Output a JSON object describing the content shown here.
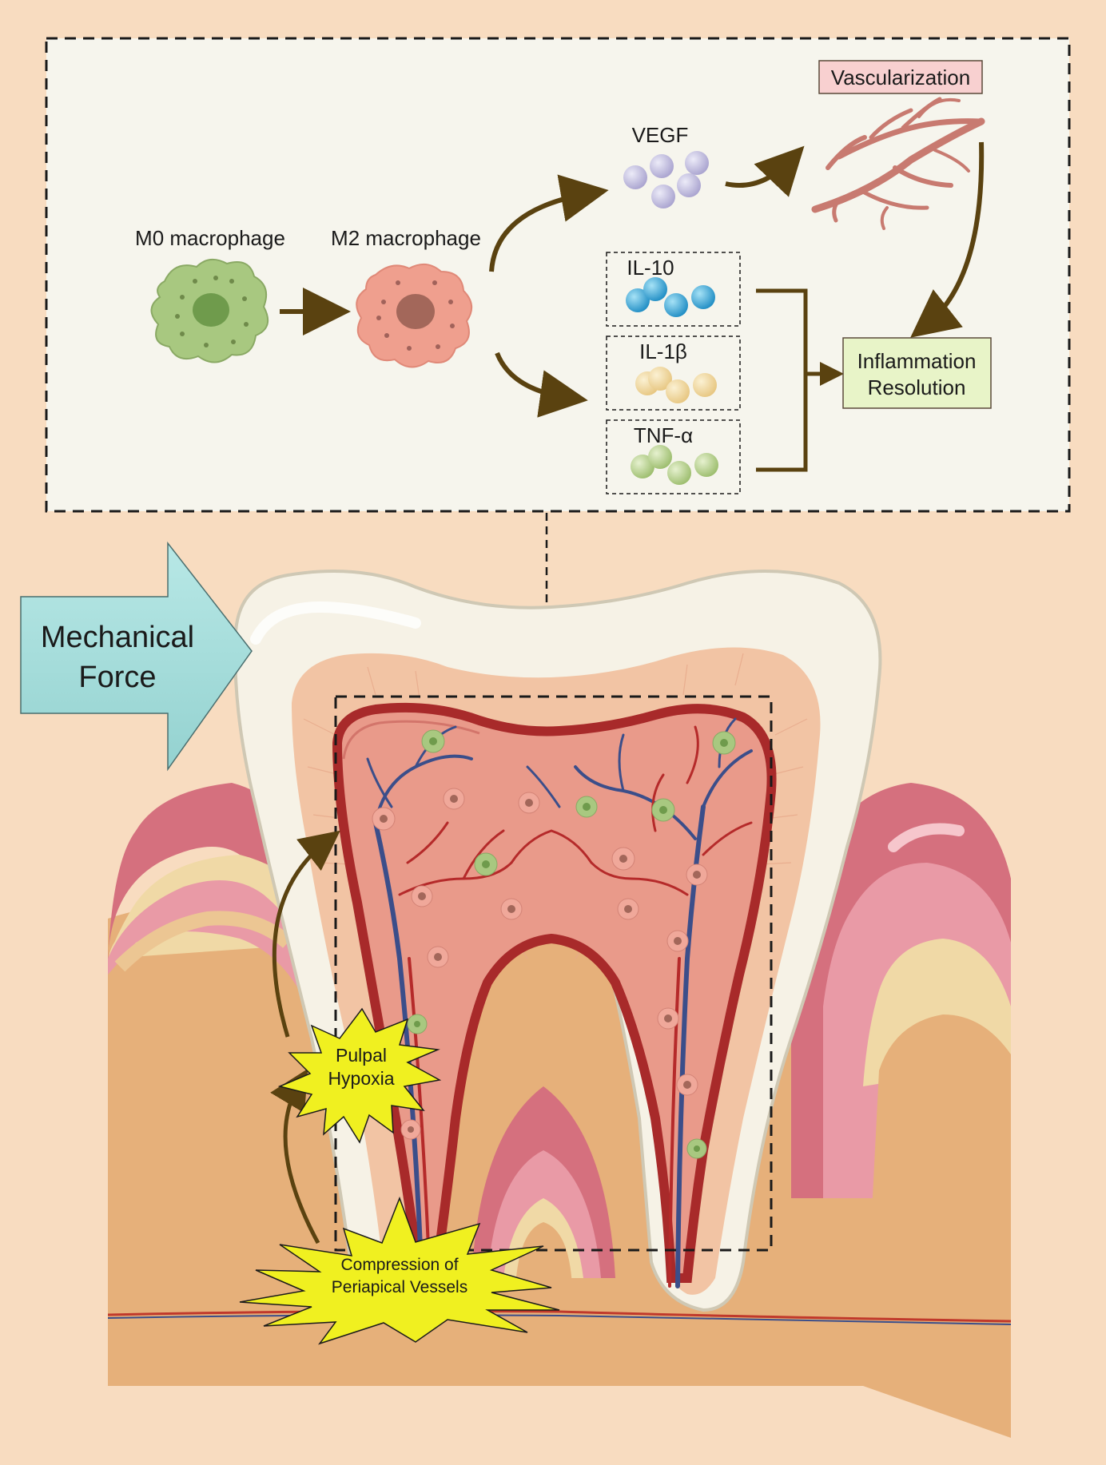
{
  "colors": {
    "background": "#f8dcc0",
    "panel": "#f6f5ed",
    "arrow": "#5a4210",
    "m0_cell": "#a8c880",
    "m2_cell": "#ef9f8e",
    "vegf": "#c6c0e0",
    "il10": "#3aa8d8",
    "il1b": "#f0d8a0",
    "tnfa": "#b8d48c",
    "vascularization_box": "#f8d0d0",
    "resolution_box": "#e8f4c8",
    "force_arrow": "#a8dede",
    "burst": "#f0f020",
    "dentin": "#f2c4a4",
    "pulp": "#e99a8a",
    "pulp_wall": "#a82a2a",
    "gum": "#d5707e",
    "bone": "#e6b07a",
    "enamel": "#f6f2e6"
  },
  "labels": {
    "m0": "M0 macrophage",
    "m2": "M2 macrophage",
    "vegf": "VEGF",
    "vascularization": "Vascularization",
    "il10": "IL-10",
    "il1b": "IL-1β",
    "tnfa": "TNF-α",
    "resolution_line1": "Inflammation",
    "resolution_line2": "Resolution",
    "force_line1": "Mechanical",
    "force_line2": "Force",
    "hypoxia_line1": "Pulpal",
    "hypoxia_line2": "Hypoxia",
    "compression_line1": "Compression of",
    "compression_line2": "Periapical Vessels"
  },
  "icons": [
    "m0-macrophage-icon",
    "m2-macrophage-icon",
    "vegf-particles-icon",
    "blood-vessels-icon",
    "il10-particles-icon",
    "il1b-particles-icon",
    "tnfa-particles-icon",
    "tooth-cross-section-icon"
  ]
}
